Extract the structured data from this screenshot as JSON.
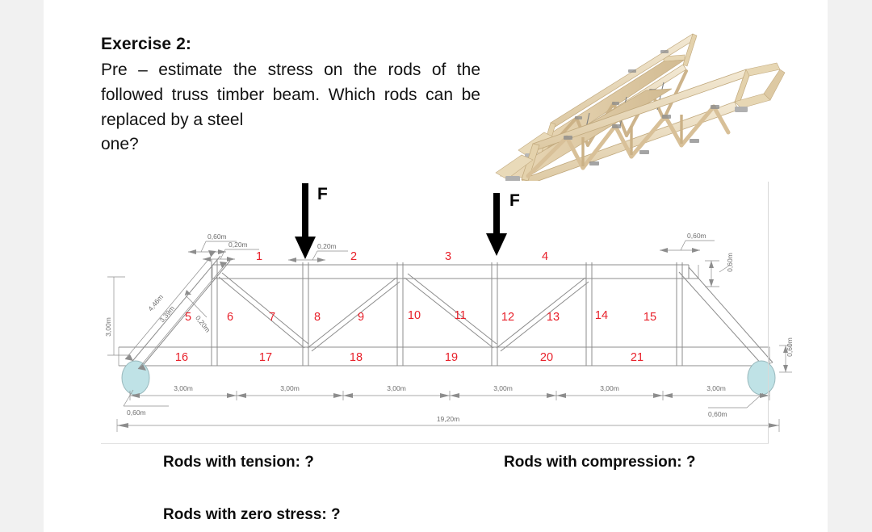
{
  "exercise": {
    "title": "Exercise 2:",
    "body_lines": [
      "Pre – estimate the stress on the rods",
      "of the followed truss timber beam.",
      "Which rods can be replaced by a steel",
      "one?"
    ]
  },
  "photo": {
    "alt": "two wooden truss timber beams",
    "timber_light": "#efe3c9",
    "timber_mid": "#e2d2b0",
    "timber_dark": "#cdb68c",
    "timber_shadow": "#b79c6d"
  },
  "diagram": {
    "loads": [
      {
        "label": "F",
        "panel": 2
      },
      {
        "label": "F",
        "panel": 4
      }
    ],
    "member_numbers": {
      "top_chord": [
        "1",
        "2",
        "3",
        "4"
      ],
      "web": [
        "5",
        "6",
        "7",
        "8",
        "9",
        "10",
        "11",
        "12",
        "13",
        "14",
        "15"
      ],
      "bottom_chord": [
        "16",
        "17",
        "18",
        "19",
        "20",
        "21"
      ]
    },
    "member_color": "#e8202a",
    "line_color": "#8a8a8a",
    "support_fill": "#bfe2e6",
    "support_stroke": "#9ab9bd",
    "dimensions": {
      "height_left": "3,00m",
      "diagonal_outer": "4,46m",
      "diagonal_inner": "3,39m",
      "rafter_depth": "0,20m",
      "apex_offset": "0,60m",
      "apex_offset2": "0,20m",
      "load1_offset": "0,20m",
      "right_offset": "0,60m",
      "right_depth": "0,60m",
      "far_right_depth": "0,60m",
      "panel_lengths": [
        "3,00m",
        "3,00m",
        "3,00m",
        "3,00m",
        "3,00m",
        "3,00m"
      ],
      "overhang_left": "0,60m",
      "overhang_right": "0,60m",
      "total_span": "19,20m"
    }
  },
  "questions": {
    "tension": "Rods with tension: ?",
    "compression": "Rods with compression: ?",
    "zero_stress": "Rods with zero stress: ?"
  }
}
